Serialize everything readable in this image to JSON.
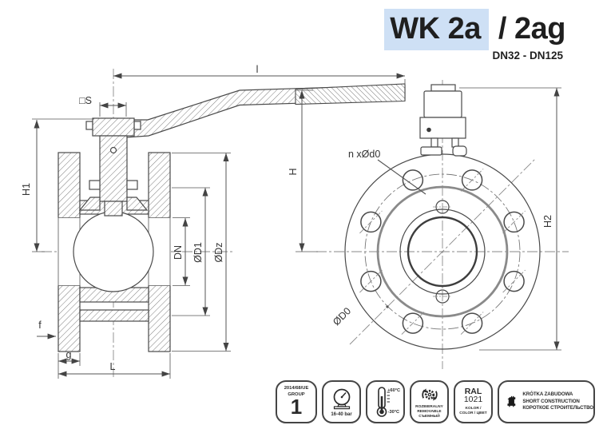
{
  "title": {
    "model_highlight": "WK 2a",
    "model_rest": " / 2ag",
    "range": "DN32 - DN125"
  },
  "colors": {
    "highlight_bg": "#cee0f5",
    "drawing_line": "#4a4a4a",
    "dim_text": "#333333"
  },
  "side_view": {
    "labels": {
      "s": "□S",
      "h1": "H1",
      "l": "l",
      "dn": "DN",
      "d1": "ØD1",
      "dz": "ØDz",
      "f": "f",
      "g": "g",
      "len": "L"
    }
  },
  "front_view": {
    "labels": {
      "holes": "n xØd0",
      "h": "H",
      "h2": "H2",
      "d0": "ØD0"
    }
  },
  "badges": {
    "directive": {
      "line1": "2014/68/UE",
      "line2": "GROUP",
      "big": "1"
    },
    "pressure": {
      "label": "16-40 bar"
    },
    "temperature": {
      "max": "+60°C",
      "min": "-30°C"
    },
    "removable": {
      "line1": "ROZBIERALNY",
      "line2": "REMOVABLE",
      "line3": "СЪЕМНЫЙ"
    },
    "ral": {
      "title": "RAL",
      "code": "1021",
      "line1": "KOLOR /",
      "line2": "COLOR / ЦВЕТ"
    },
    "construction": {
      "line1": "KRÓTKA ZABUDOWA",
      "line2": "SHORT CONSTRUCTION",
      "line3": "КОРОТКОЕ СТРОИТЕЛЬСТВО"
    }
  }
}
